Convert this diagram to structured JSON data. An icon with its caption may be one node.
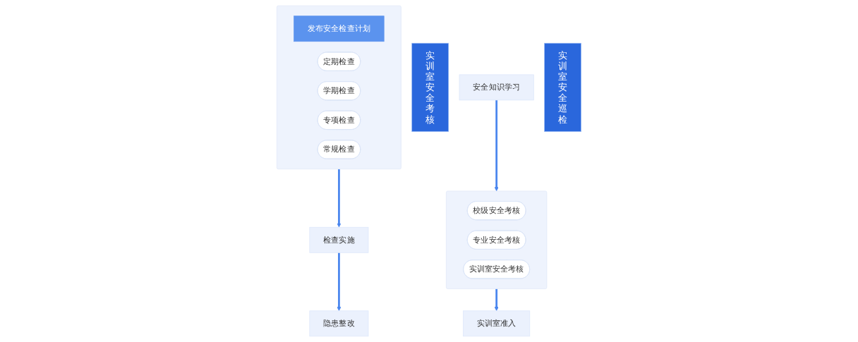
{
  "diagram": {
    "nodes": [
      {
        "text": [
          "实训室安全考核"
        ]
      },
      {
        "text": [
          "安全知识学习"
        ]
      },
      {
        "text": [],
        "shape": "box"
      },
      {
        "text": [
          "校级安全考核"
        ],
        "in": 2
      },
      {
        "text": [
          "专业安全考核"
        ],
        "in": 2
      },
      {
        "text": [
          "实训室安全考核"
        ],
        "in": 2
      },
      {
        "text": [
          "实训室准入"
        ]
      },
      {
        "text": [
          "实训室安全巡检"
        ]
      },
      {
        "text": [],
        "shape": "box"
      },
      {
        "text": [
          "发布安全检查计划"
        ],
        "in": 8
      },
      {
        "text": [
          "定期检查"
        ],
        "in": 8
      },
      {
        "text": [
          "学期检查"
        ],
        "in": 8
      },
      {
        "text": [
          "专项检查"
        ],
        "in": 8
      },
      {
        "text": [
          "常规检查"
        ],
        "in": 8
      },
      {
        "text": [
          "检查实施"
        ]
      },
      {
        "text": [
          "隐患整改"
        ]
      }
    ],
    "edges": [
      {
        "from": 1,
        "to": 2,
        "arrow": "to"
      },
      {
        "from": 2,
        "to": 6,
        "arrow": "to"
      },
      {
        "from": 8,
        "to": 14,
        "arrow": "to"
      },
      {
        "from": 14,
        "to": 15,
        "arrow": "to"
      }
    ]
  }
}
